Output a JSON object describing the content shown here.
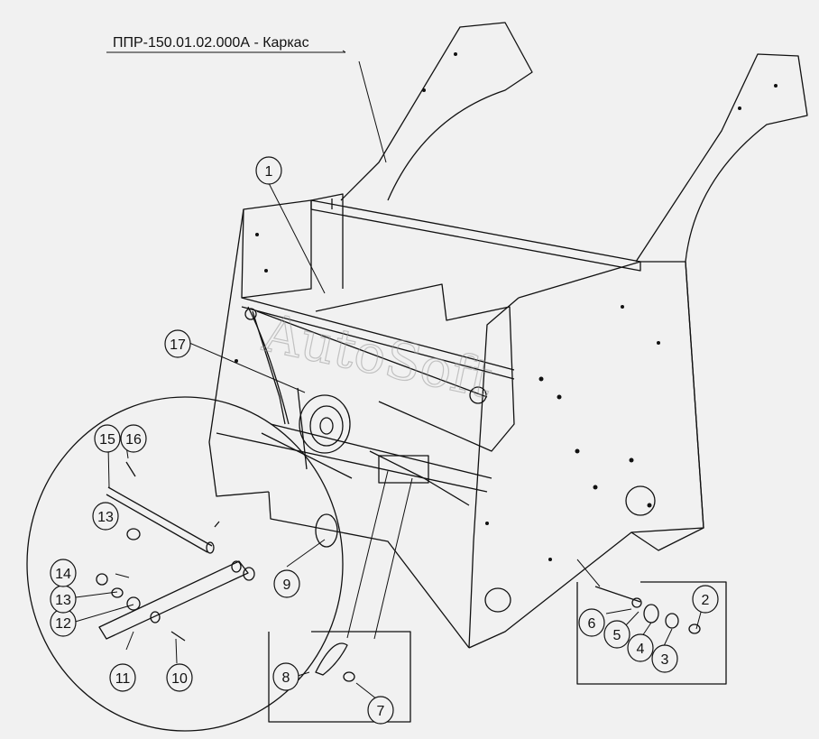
{
  "title": "ППР-150.01.02.000А - Каркас",
  "watermark": "AutoSoft",
  "callouts": [
    {
      "id": "c1",
      "label": "1"
    },
    {
      "id": "c2",
      "label": "2"
    },
    {
      "id": "c3",
      "label": "3"
    },
    {
      "id": "c4",
      "label": "4"
    },
    {
      "id": "c5",
      "label": "5"
    },
    {
      "id": "c6",
      "label": "6"
    },
    {
      "id": "c7",
      "label": "7"
    },
    {
      "id": "c8",
      "label": "8"
    },
    {
      "id": "c9",
      "label": "9"
    },
    {
      "id": "c10",
      "label": "10"
    },
    {
      "id": "c11",
      "label": "11"
    },
    {
      "id": "c12",
      "label": "12"
    },
    {
      "id": "c13a",
      "label": "13"
    },
    {
      "id": "c13b",
      "label": "13"
    },
    {
      "id": "c14",
      "label": "14"
    },
    {
      "id": "c15",
      "label": "15"
    },
    {
      "id": "c16",
      "label": "16"
    },
    {
      "id": "c17",
      "label": "17"
    }
  ],
  "colors": {
    "line": "#111111",
    "background": "#f1f1f1",
    "watermark": "#9a9a9a"
  }
}
